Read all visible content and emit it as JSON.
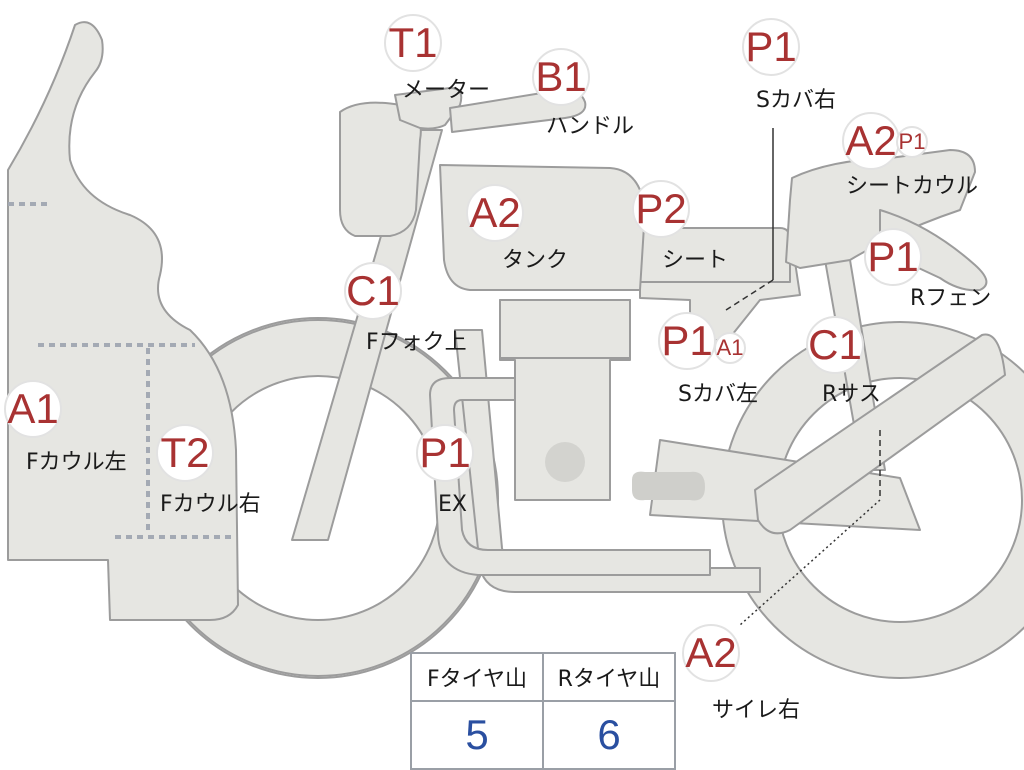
{
  "colors": {
    "body_fill": "#e6e6e2",
    "outline": "#9c9c9c",
    "grade_text": "#a83232",
    "tread_value": "#2a4fa0"
  },
  "parts": [
    {
      "id": "meter",
      "grade": "T1",
      "label": "メーター"
    },
    {
      "id": "handle",
      "grade": "B1",
      "label": "ハンドル"
    },
    {
      "id": "seat-cover-right",
      "grade": "P1",
      "label": "Sカバ右"
    },
    {
      "id": "seat-cowl",
      "grade": "A2",
      "grade_extra": "P1",
      "label": "シートカウル"
    },
    {
      "id": "tank",
      "grade": "A2",
      "label": "タンク"
    },
    {
      "id": "seat",
      "grade": "P2",
      "label": "シート"
    },
    {
      "id": "rear-fender",
      "grade": "P1",
      "label": "Rフェン"
    },
    {
      "id": "fork-upper",
      "grade": "C1",
      "label": "Fフォク上"
    },
    {
      "id": "seat-cover-left",
      "grade": "P1",
      "grade_extra": "A1",
      "label": "Sカバ左"
    },
    {
      "id": "rear-suspension",
      "grade": "C1",
      "label": "Rサス"
    },
    {
      "id": "front-cowl-left",
      "grade": "A1",
      "label": "Fカウル左"
    },
    {
      "id": "front-cowl-right",
      "grade": "T2",
      "label": "Fカウル右"
    },
    {
      "id": "exhaust",
      "grade": "P1",
      "label": "EX"
    },
    {
      "id": "silencer-right",
      "grade": "A2",
      "label": "サイレ右"
    }
  ],
  "tread_table": {
    "headers": [
      "Fタイヤ山",
      "Rタイヤ山"
    ],
    "values": [
      "5",
      "6"
    ]
  }
}
